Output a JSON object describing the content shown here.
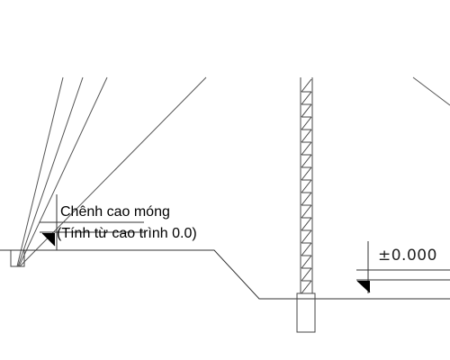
{
  "annotations": {
    "footing_level_line1": "Chênh cao móng",
    "footing_level_line2": "(Tính từ cao trình 0.0)",
    "zero_level": "±0.000"
  }
}
